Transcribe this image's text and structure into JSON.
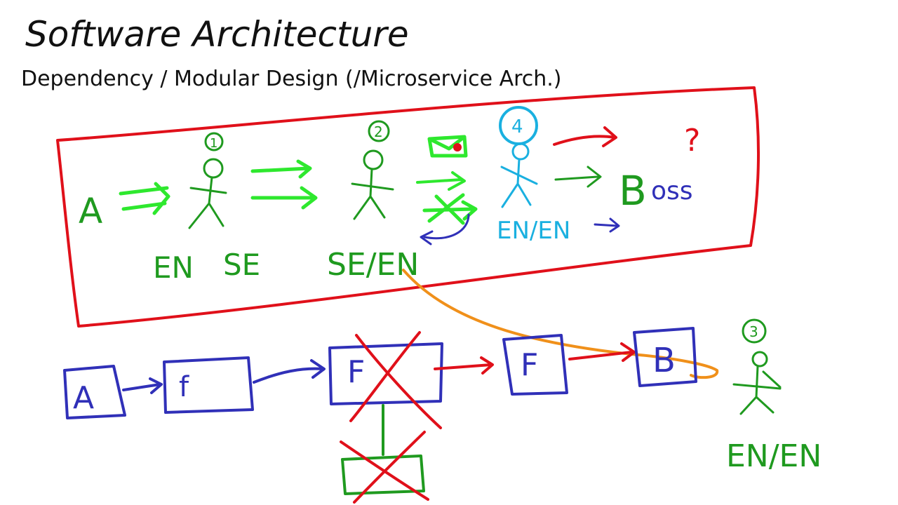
{
  "title": "Software Architecture",
  "subtitle": "Dependency / Modular Design (/Microservice Arch.)",
  "colors": {
    "black": "#111111",
    "red": "#e0101a",
    "green": "#1f9a1f",
    "bright_green": "#2ee82e",
    "cyan": "#1ab0e0",
    "blue": "#3030b8",
    "orange": "#f0901a"
  },
  "top_diagram": {
    "source_label": "A",
    "person1_number": "1",
    "person2_number": "2",
    "person3_number": "4",
    "boss_label_B": "B",
    "boss_label_oss": "oss",
    "question": "?",
    "label_en": "EN",
    "label_se": "SE",
    "label_se_en": "SE/EN",
    "label_en_en": "EN/EN"
  },
  "bottom_diagram": {
    "box_a": "A",
    "box_f1": "f",
    "box_f2": "F",
    "box_f3": "F",
    "box_b": "B",
    "person_number": "3",
    "person_label": "EN/EN"
  }
}
